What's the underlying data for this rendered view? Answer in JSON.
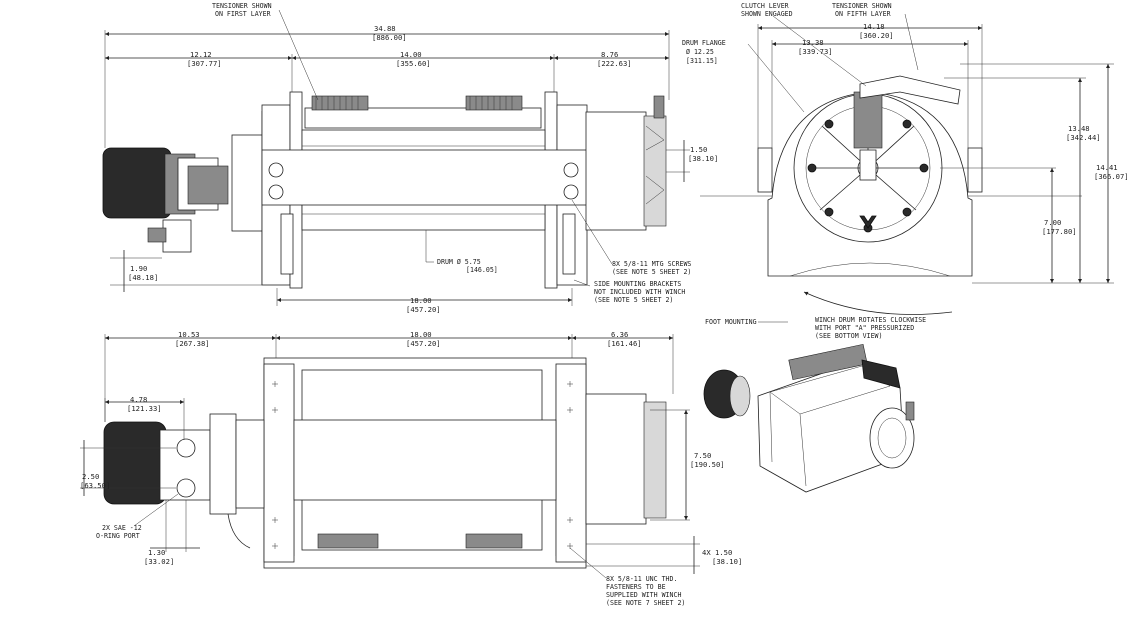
{
  "front_view": {
    "tensioner_first": [
      "TENSIONER SHOWN",
      "ON FIRST LAYER"
    ],
    "overall_width": [
      "34.88",
      "[886.00]"
    ],
    "motor_side": [
      "12.12",
      "[307.77]"
    ],
    "drum_len": [
      "14.00",
      "[355.60]"
    ],
    "gear_side": [
      "8.76",
      "[222.63]"
    ],
    "flange_offset": [
      "1.50",
      "[38.10]"
    ],
    "height_low": [
      "1.90",
      "[48.18]"
    ],
    "drum_dia": [
      "DRUM Ø 5.75",
      "[146.05]"
    ],
    "mtg_screws": [
      "8X 5/8-11 MTG SCREWS",
      "(SEE NOTE 5 SHEET 2)"
    ],
    "side_brackets": [
      "SIDE MOUNTING BRACKETS",
      "NOT INCLUDED WITH WINCH",
      "(SEE NOTE 5 SHEET 2)"
    ],
    "base_len": [
      "18.00",
      "[457.20]"
    ]
  },
  "side_view": {
    "clutch": [
      "CLUTCH LEVER",
      "SHOWN ENGAGED"
    ],
    "tensioner_fifth": [
      "TENSIONER SHOWN",
      "ON FIFTH LAYER"
    ],
    "drum_flange": [
      "DRUM FLANGE",
      "Ø 12.25",
      "[311.15]"
    ],
    "w_outer": [
      "14.18",
      "[360.20]"
    ],
    "w_inner": [
      "13.38",
      "[339.73]"
    ],
    "h_mid": [
      "13.48",
      "[342.44]"
    ],
    "h_total": [
      "14.41",
      "[366.07]"
    ],
    "h_axis": [
      "7.00",
      "[177.80]"
    ],
    "foot": "FOOT MOUNTING",
    "rotation": [
      "WINCH DRUM ROTATES CLOCKWISE",
      "WITH PORT \"A\" PRESSURIZED",
      "(SEE BOTTOM VIEW)"
    ]
  },
  "bottom_view": {
    "motor_off": [
      "10.53",
      "[267.38]"
    ],
    "foot_len": [
      "18.00",
      "[457.20]"
    ],
    "gear_off": [
      "6.36",
      "[161.46]"
    ],
    "port_off": [
      "4.78",
      "[121.33]"
    ],
    "port_h": [
      "2.50",
      "[63.50]"
    ],
    "sae": [
      "2X SAE -12",
      "O-RING PORT"
    ],
    "port_gap": [
      "1.30",
      "[33.02]"
    ],
    "foot_w": [
      "7.50",
      "[190.50]"
    ],
    "foot_edge": [
      "4X 1.50",
      "[38.10]"
    ],
    "unc": [
      "8X 5/8-11 UNC THD.",
      "FASTENERS TO BE",
      "SUPPLIED WITH WINCH",
      "(SEE NOTE 7 SHEET 2)"
    ]
  }
}
